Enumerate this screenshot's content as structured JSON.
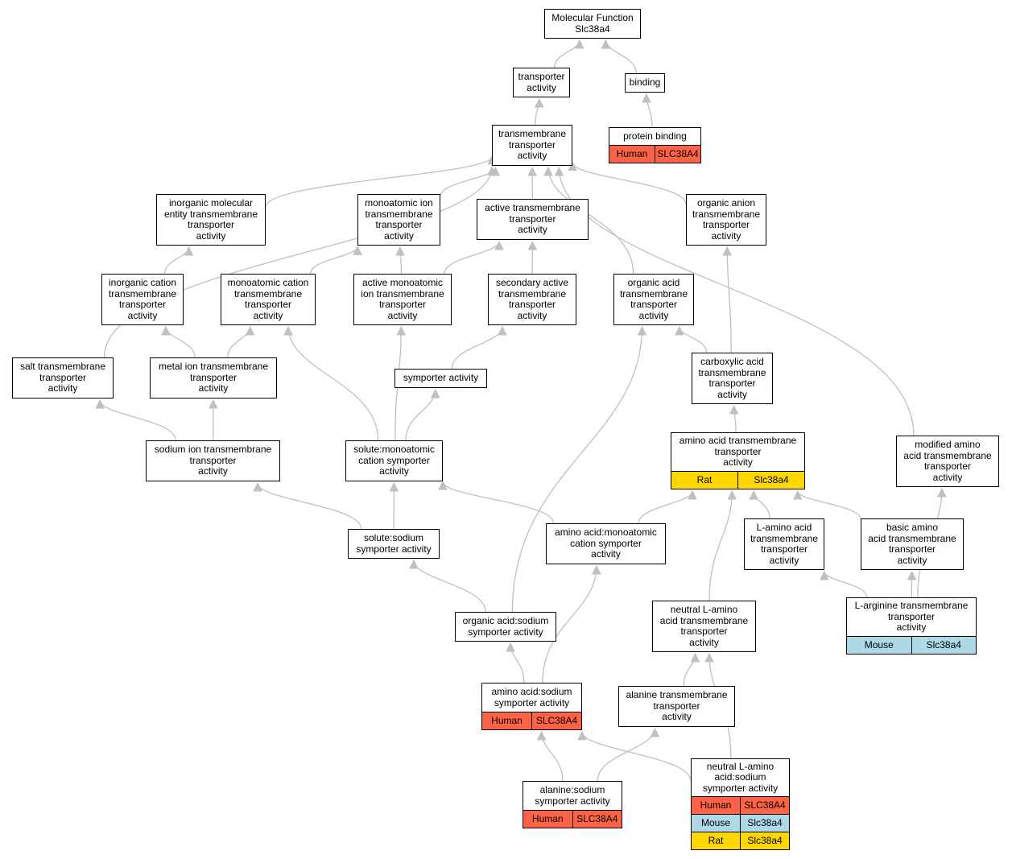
{
  "colors": {
    "Human": "#ff6347",
    "Mouse": "#add8e6",
    "Rat": "#ffd700",
    "edge": "#c0c0c0"
  },
  "nodes": [
    {
      "id": "mf",
      "label": "Molecular Function\nSlc38a4"
    },
    {
      "id": "ta",
      "label": "transporter\nactivity"
    },
    {
      "id": "binding",
      "label": "binding"
    },
    {
      "id": "pb",
      "label": "protein binding",
      "rows": [
        [
          "Human",
          "SLC38A4"
        ]
      ]
    },
    {
      "id": "tmta",
      "label": "transmembrane\ntransporter\nactivity"
    },
    {
      "id": "imet",
      "label": "inorganic molecular\nentity transmembrane\ntransporter\nactivity"
    },
    {
      "id": "mit",
      "label": "monoatomic ion\ntransmembrane\ntransporter\nactivity"
    },
    {
      "id": "att",
      "label": "active transmembrane\ntransporter\nactivity"
    },
    {
      "id": "oant",
      "label": "organic anion\ntransmembrane\ntransporter\nactivity"
    },
    {
      "id": "ict",
      "label": "inorganic cation\ntransmembrane\ntransporter\nactivity"
    },
    {
      "id": "mct",
      "label": "monoatomic cation\ntransmembrane\ntransporter\nactivity"
    },
    {
      "id": "amit",
      "label": "active monoatomic\nion transmembrane\ntransporter\nactivity"
    },
    {
      "id": "sat",
      "label": "secondary active\ntransmembrane\ntransporter\nactivity"
    },
    {
      "id": "oact",
      "label": "organic acid\ntransmembrane\ntransporter\nactivity"
    },
    {
      "id": "salt",
      "label": "salt transmembrane\ntransporter\nactivity"
    },
    {
      "id": "metal",
      "label": "metal ion transmembrane\ntransporter\nactivity"
    },
    {
      "id": "symp",
      "label": "symporter activity"
    },
    {
      "id": "carb",
      "label": "carboxylic acid\ntransmembrane\ntransporter\nactivity"
    },
    {
      "id": "aat",
      "label": "amino acid transmembrane\ntransporter\nactivity",
      "rows": [
        [
          "Rat",
          "Slc38a4"
        ]
      ]
    },
    {
      "id": "maa",
      "label": "modified amino\nacid transmembrane\ntransporter\nactivity"
    },
    {
      "id": "sodium",
      "label": "sodium ion transmembrane\ntransporter\nactivity"
    },
    {
      "id": "smcs",
      "label": "solute:monoatomic\ncation symporter\nactivity"
    },
    {
      "id": "laa",
      "label": "L-amino acid\ntransmembrane\ntransporter\nactivity"
    },
    {
      "id": "baa",
      "label": "basic amino\nacid transmembrane\ntransporter\nactivity"
    },
    {
      "id": "sss",
      "label": "solute:sodium\nsymporter activity"
    },
    {
      "id": "aamcs",
      "label": "amino acid:monoatomic\ncation symporter\nactivity"
    },
    {
      "id": "larg",
      "label": "L-arginine transmembrane\ntransporter\nactivity",
      "rows": [
        [
          "Mouse",
          "Slc38a4"
        ]
      ]
    },
    {
      "id": "nla",
      "label": "neutral L-amino\nacid transmembrane\ntransporter\nactivity"
    },
    {
      "id": "oass",
      "label": "organic acid:sodium\nsymporter activity"
    },
    {
      "id": "aass",
      "label": "amino acid:sodium\nsymporter activity",
      "rows": [
        [
          "Human",
          "SLC38A4"
        ]
      ]
    },
    {
      "id": "alat",
      "label": "alanine transmembrane\ntransporter\nactivity"
    },
    {
      "id": "alas",
      "label": "alanine:sodium\nsymporter activity",
      "rows": [
        [
          "Human",
          "SLC38A4"
        ]
      ]
    },
    {
      "id": "nlas",
      "label": "neutral L-amino\nacid:sodium\nsymporter activity",
      "rows": [
        [
          "Human",
          "SLC38A4"
        ],
        [
          "Mouse",
          "Slc38a4"
        ],
        [
          "Rat",
          "Slc38a4"
        ]
      ]
    }
  ],
  "edges": [
    [
      "ta",
      "mf"
    ],
    [
      "binding",
      "mf"
    ],
    [
      "tmta",
      "ta"
    ],
    [
      "pb",
      "binding"
    ],
    [
      "imet",
      "tmta"
    ],
    [
      "mit",
      "tmta"
    ],
    [
      "att",
      "tmta"
    ],
    [
      "oant",
      "tmta"
    ],
    [
      "oact",
      "tmta"
    ],
    [
      "salt",
      "tmta"
    ],
    [
      "maa",
      "tmta"
    ],
    [
      "ict",
      "imet"
    ],
    [
      "mct",
      "mit"
    ],
    [
      "amit",
      "mit"
    ],
    [
      "amit",
      "att"
    ],
    [
      "sat",
      "att"
    ],
    [
      "metal",
      "ict"
    ],
    [
      "metal",
      "mct"
    ],
    [
      "sodium",
      "salt"
    ],
    [
      "sodium",
      "metal"
    ],
    [
      "symp",
      "sat"
    ],
    [
      "smcs",
      "mct"
    ],
    [
      "smcs",
      "amit"
    ],
    [
      "smcs",
      "symp"
    ],
    [
      "carb",
      "oact"
    ],
    [
      "carb",
      "oant"
    ],
    [
      "aat",
      "carb"
    ],
    [
      "sss",
      "sodium"
    ],
    [
      "sss",
      "smcs"
    ],
    [
      "aamcs",
      "smcs"
    ],
    [
      "aamcs",
      "aat"
    ],
    [
      "laa",
      "aat"
    ],
    [
      "baa",
      "aat"
    ],
    [
      "nla",
      "aat"
    ],
    [
      "larg",
      "laa"
    ],
    [
      "larg",
      "baa"
    ],
    [
      "larg",
      "maa"
    ],
    [
      "oass",
      "sss"
    ],
    [
      "oass",
      "oact"
    ],
    [
      "aass",
      "oass"
    ],
    [
      "aass",
      "aamcs"
    ],
    [
      "alat",
      "nla"
    ],
    [
      "nlas",
      "nla"
    ],
    [
      "nlas",
      "aass"
    ],
    [
      "alas",
      "aass"
    ],
    [
      "alas",
      "alat"
    ]
  ]
}
